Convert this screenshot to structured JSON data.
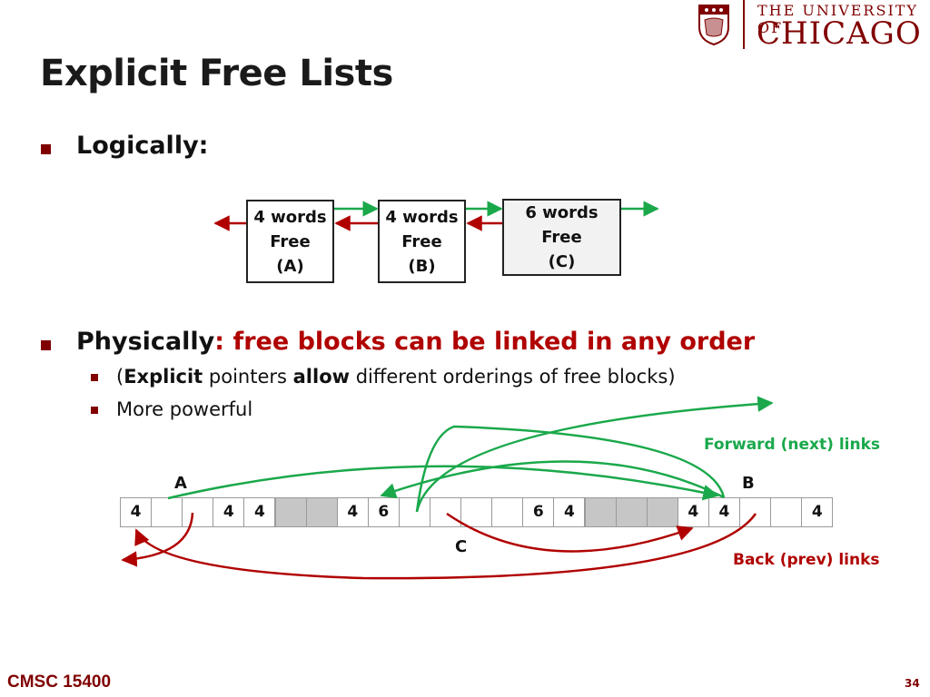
{
  "logo": {
    "line1": "THE UNIVERSITY OF",
    "line2": "CHICAGO"
  },
  "title": "Explicit Free Lists",
  "bullets": {
    "logically": "Logically:",
    "physically_head": "Physically",
    "physically_rest": ": free blocks can be linked in any order",
    "sub1_open": "(",
    "sub1_bold1": "Explicit",
    "sub1_mid": " pointers ",
    "sub1_bold2": "allow",
    "sub1_rest": " different orderings of free blocks)",
    "sub2": "More powerful"
  },
  "logical_blocks": [
    {
      "line1": "4 words",
      "line2": "Free",
      "line3": "(A)"
    },
    {
      "line1": "4 words",
      "line2": "Free",
      "line3": "(B)"
    },
    {
      "line1": "6 words",
      "line2": "Free",
      "line3": "(C)"
    }
  ],
  "memory_cells": [
    "4",
    "",
    "",
    "4",
    "4",
    "",
    "",
    "4",
    "6",
    "",
    "",
    "",
    "",
    "6",
    "4",
    "",
    "",
    "",
    "4",
    "4",
    "",
    "",
    "4"
  ],
  "memory_labels": {
    "a": "A",
    "b": "B",
    "c": "C"
  },
  "link_labels": {
    "forward": "Forward (next) links",
    "back": "Back (prev) links"
  },
  "colors": {
    "forward": "#1aa84b",
    "back": "#b00000",
    "accent": "#800000"
  },
  "footer": {
    "course": "CMSC 15400",
    "page": "34"
  }
}
